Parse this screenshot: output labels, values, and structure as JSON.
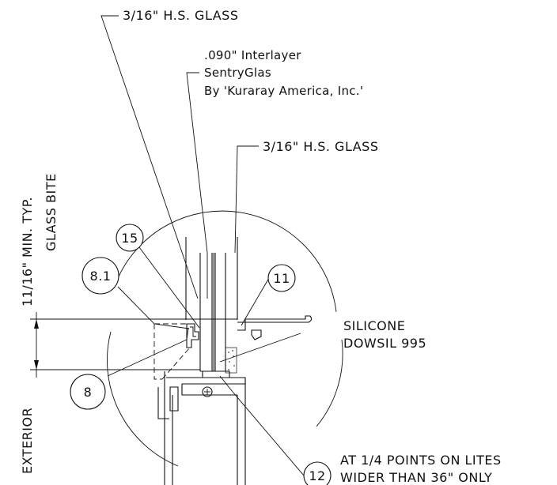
{
  "labels": {
    "glass_top": "3/16\" H.S. GLASS",
    "interlayer_line1": ".090\" Interlayer",
    "interlayer_line2": "SentryGlas",
    "interlayer_line3": "By 'Kuraray America, Inc.'",
    "glass_inner": "3/16\" H.S. GLASS",
    "silicone_line1": "SILICONE",
    "silicone_line2": "DOWSIL 995",
    "setting_block_line1": "AT 1/4 POINTS ON LITES",
    "setting_block_line2": "WIDER THAN 36\" ONLY",
    "dim_min": "11/16\" MIN. TYP.",
    "dim_bite": "GLASS BITE",
    "exterior": "EXTERIOR"
  },
  "callouts": {
    "c15": "15",
    "c8_1": "8.1",
    "c11": "11",
    "c8": "8",
    "c12": "12"
  }
}
